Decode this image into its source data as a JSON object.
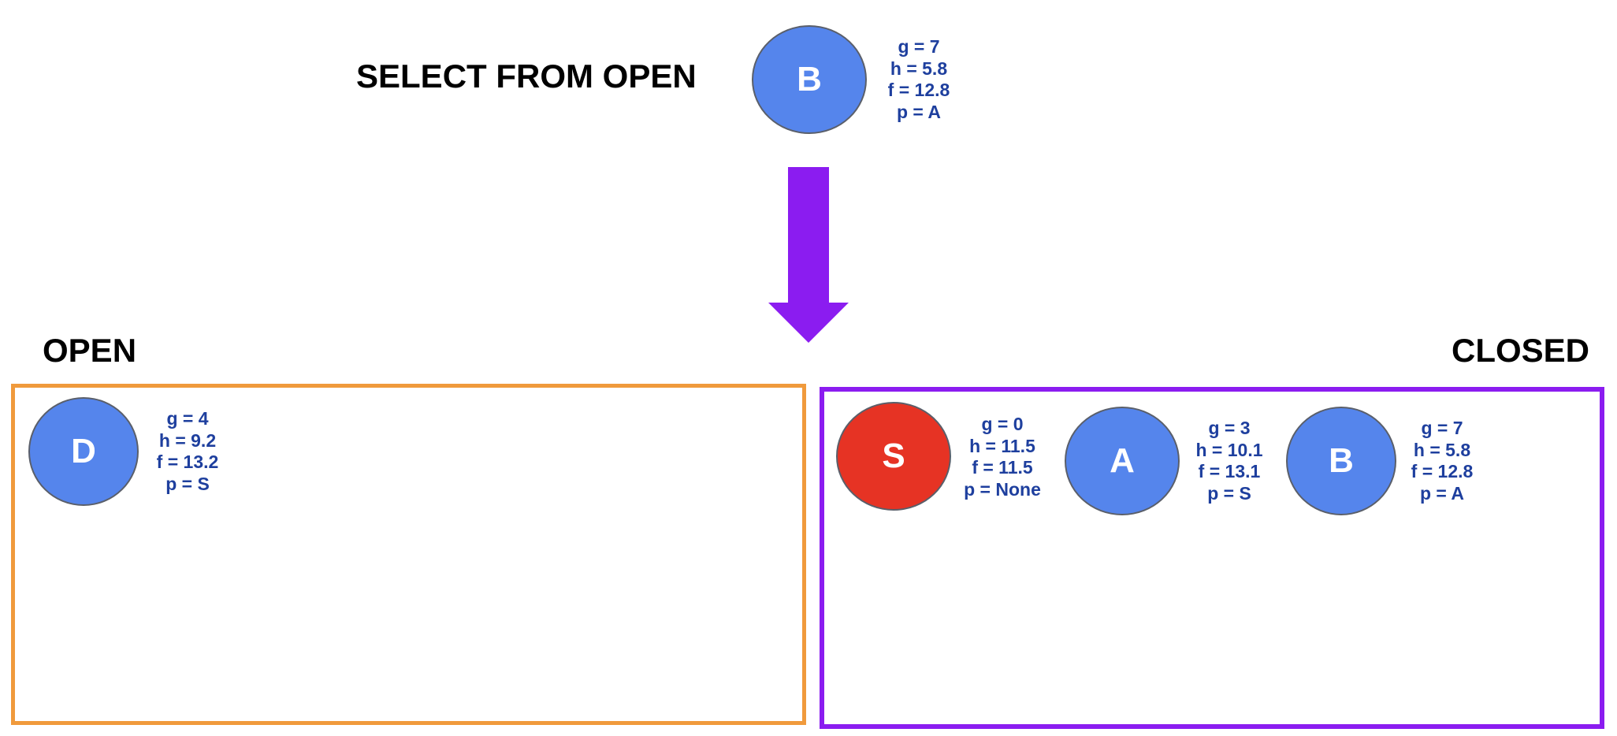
{
  "colors": {
    "node_blue": "#5585ec",
    "node_red": "#e63324",
    "stat_text": "#1e3f9e",
    "open_border": "#f09a3c",
    "closed_border": "#8b1cf0",
    "arrow": "#8b1cf0"
  },
  "selection": {
    "heading": "SELECT FROM OPEN",
    "node": {
      "label": "B",
      "g": "g = 7",
      "h": "h = 5.8",
      "f": "f = 12.8",
      "p": "p = A"
    }
  },
  "open": {
    "heading": "OPEN",
    "nodes": [
      {
        "label": "D",
        "g": "g = 4",
        "h": "h = 9.2",
        "f": "f = 13.2",
        "p": "p = S"
      }
    ]
  },
  "closed": {
    "heading": "CLOSED",
    "nodes": [
      {
        "label": "S",
        "g": "g = 0",
        "h": "h = 11.5",
        "f": "f = 11.5",
        "p": "p = None"
      },
      {
        "label": "A",
        "g": "g = 3",
        "h": "h = 10.1",
        "f": "f = 13.1",
        "p": "p = S"
      },
      {
        "label": "B",
        "g": "g = 7",
        "h": "h = 5.8",
        "f": "f = 12.8",
        "p": "p = A"
      }
    ]
  }
}
